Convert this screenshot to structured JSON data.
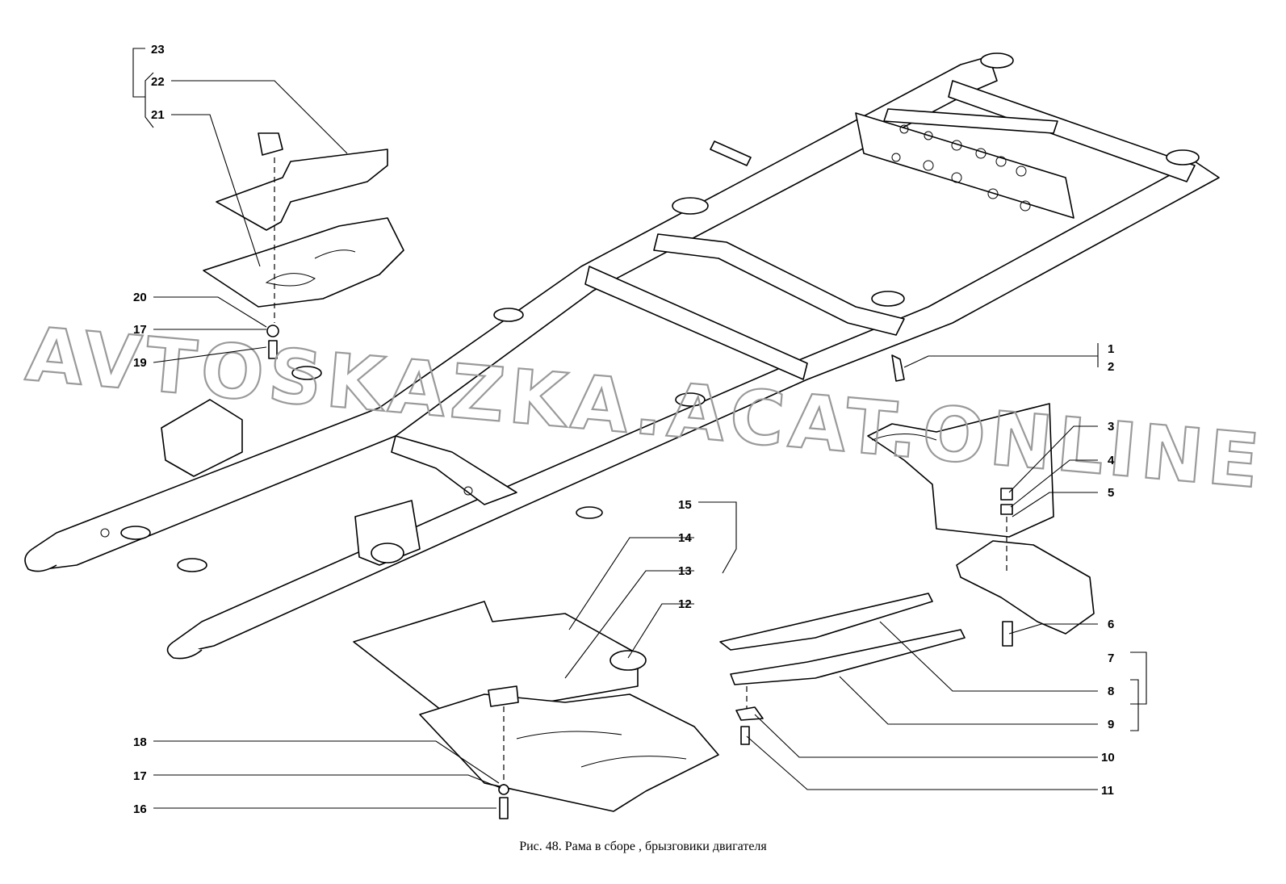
{
  "caption": "Рис. 48. Рама в сборе , брызговики двигателя",
  "watermark": "AVTOSKAZKA.ACAT.ONLINE",
  "callouts": [
    "1",
    "2",
    "3",
    "4",
    "5",
    "6",
    "7",
    "8",
    "9",
    "10",
    "11",
    "12",
    "13",
    "14",
    "15",
    "16",
    "17",
    "17",
    "18",
    "19",
    "20",
    "21",
    "22",
    "23"
  ]
}
